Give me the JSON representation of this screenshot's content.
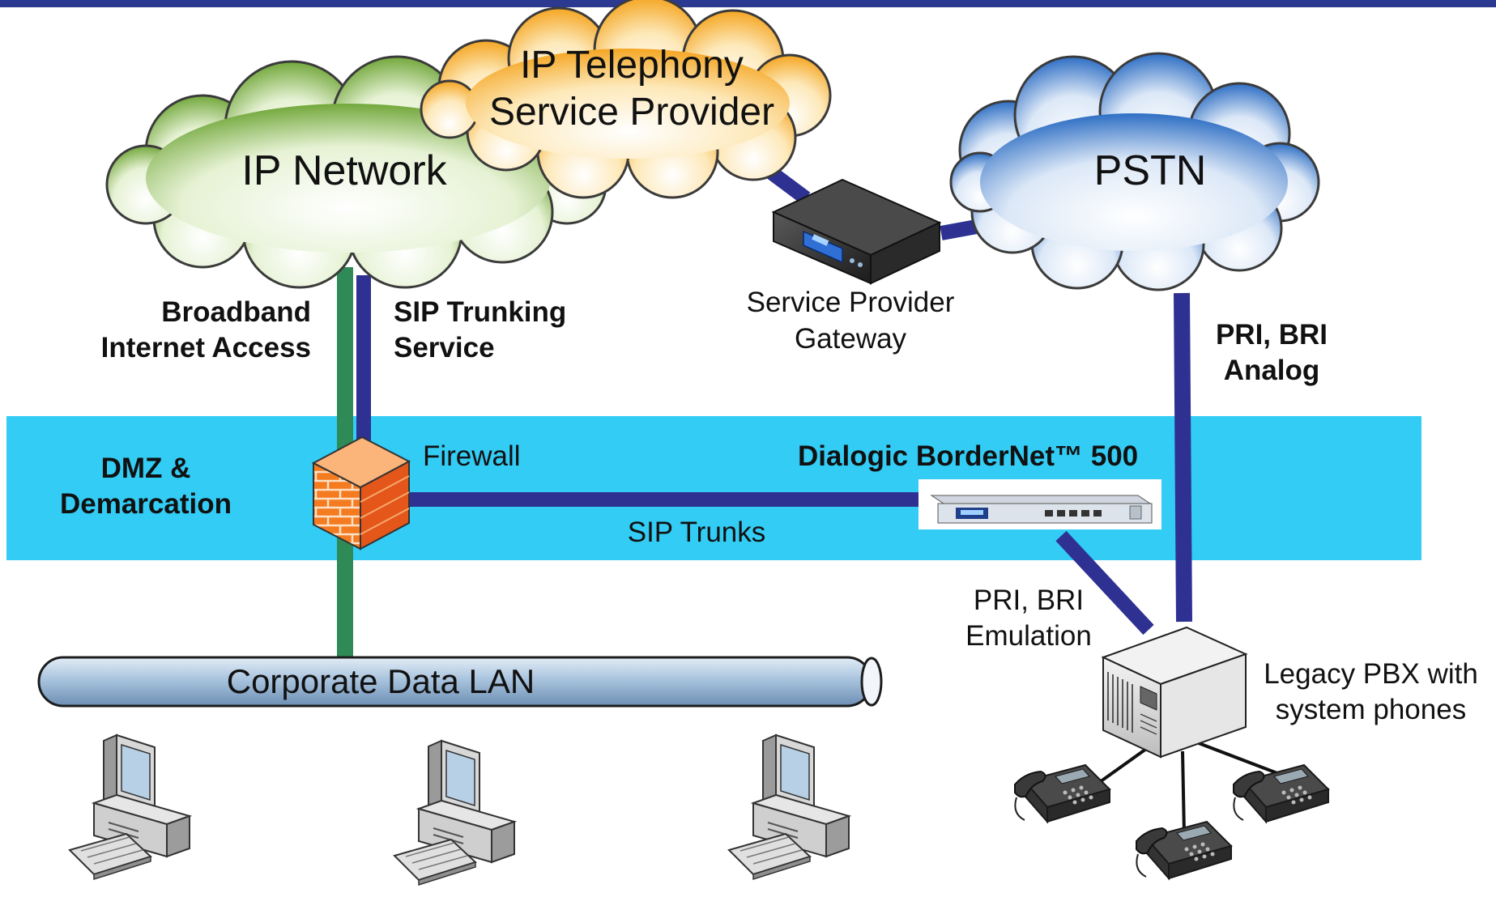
{
  "clouds": {
    "ip_network": "IP Network",
    "itsp_line1": "IP Telephony",
    "itsp_line2": "Service Provider",
    "pstn": "PSTN"
  },
  "labels": {
    "broadband_line1": "Broadband",
    "broadband_line2": "Internet Access",
    "sip_trunking_line1": "SIP Trunking",
    "sip_trunking_line2": "Service",
    "sp_gateway_line1": "Service Provider",
    "sp_gateway_line2": "Gateway",
    "pri_bri_analog_line1": "PRI, BRI",
    "pri_bri_analog_line2": "Analog",
    "dmz_line1": "DMZ &",
    "dmz_line2": "Demarcation",
    "firewall": "Firewall",
    "bordernet": "Dialogic BorderNet™ 500",
    "sip_trunks": "SIP Trunks",
    "pri_bri_emul_line1": "PRI, BRI",
    "pri_bri_emul_line2": "Emulation",
    "corporate_lan": "Corporate Data LAN",
    "pbx_line1": "Legacy PBX with",
    "pbx_line2": "system phones"
  },
  "colors": {
    "top_bar": "#2b3990",
    "dmz_band": "#33ccf5",
    "trunk_line": "#2e3192",
    "internet_line": "#2e8b57",
    "cloud_green": "#6aa22e",
    "cloud_orange": "#f7b733",
    "cloud_blue": "#3a78c9",
    "firewall": "#f26522"
  },
  "icons": [
    "cloud-icon",
    "gateway-device-icon",
    "firewall-icon",
    "bordernet-appliance-icon",
    "pbx-server-icon",
    "desktop-computer-icon",
    "desk-phone-icon"
  ]
}
